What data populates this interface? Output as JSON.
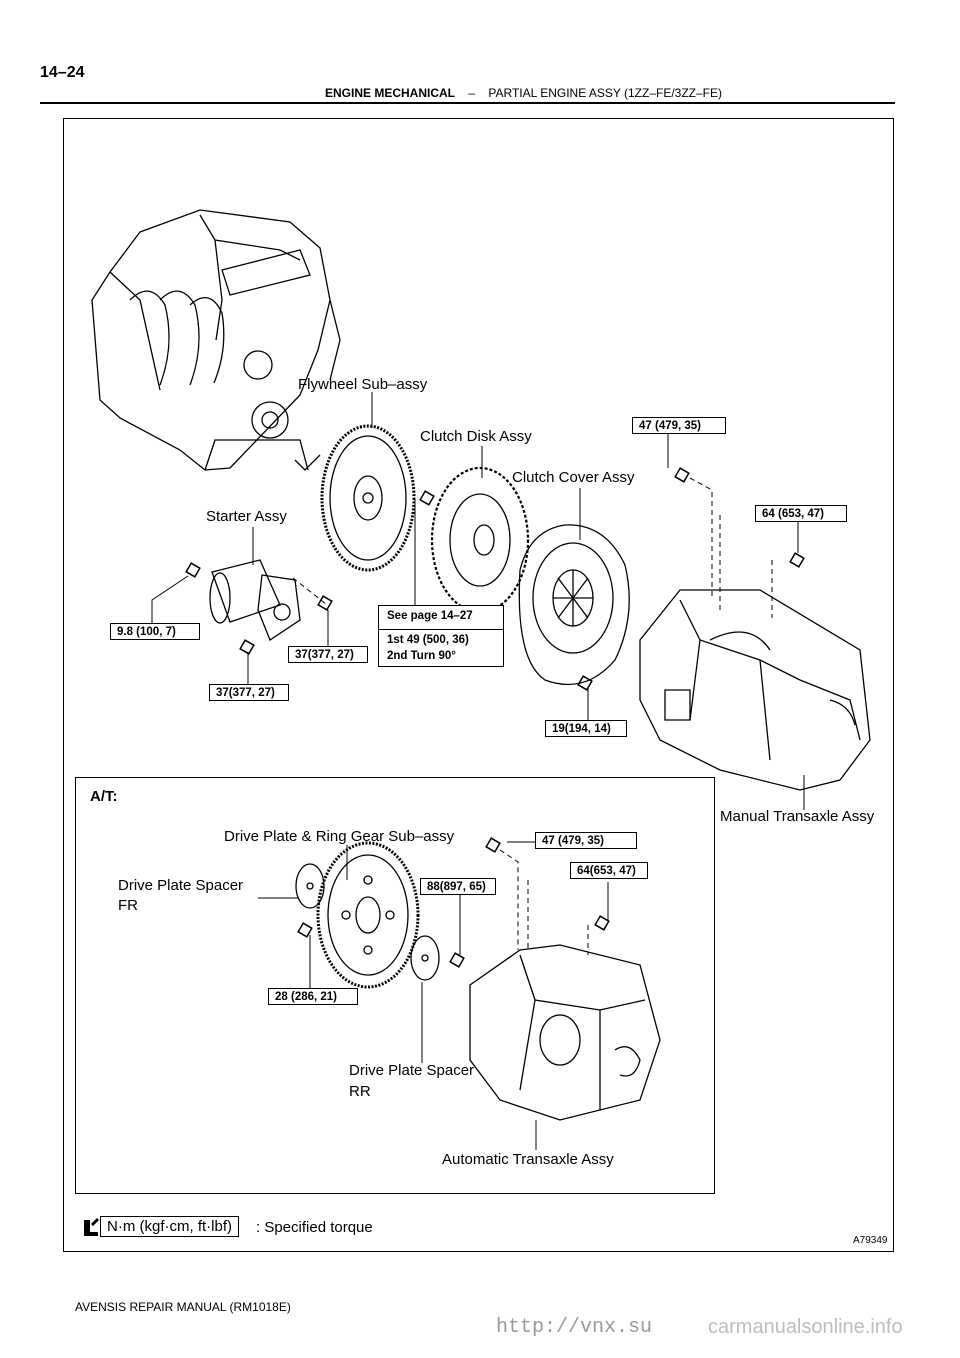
{
  "header": {
    "page_number": "14–24",
    "section": "ENGINE MECHANICAL",
    "separator": "–",
    "subsection": "PARTIAL ENGINE ASSY (1ZZ–FE/3ZZ–FE)"
  },
  "labels": {
    "flywheel": "Flywheel Sub–assy",
    "clutch_disk": "Clutch Disk Assy",
    "clutch_cover": "Clutch Cover Assy",
    "starter": "Starter Assy",
    "manual_transaxle": "Manual Transaxle Assy",
    "at_title": "A/T:",
    "drive_plate": "Drive Plate & Ring Gear Sub–assy",
    "spacer_fr_1": "Drive Plate Spacer",
    "spacer_fr_2": "FR",
    "spacer_rr_1": "Drive Plate Spacer",
    "spacer_rr_2": "RR",
    "automatic_transaxle": "Automatic Transaxle Assy"
  },
  "torques": {
    "mt_47": "47 (479, 35)",
    "mt_64": "64 (653, 47)",
    "starter_98": "9.8 (100, 7)",
    "starter_37a": "37(377, 27)",
    "starter_37b": "37(377, 27)",
    "clutch_19": "19(194, 14)",
    "at_47": "47 (479, 35)",
    "at_64": "64(653, 47)",
    "at_88": "88(897, 65)",
    "at_28": "28 (286, 21)"
  },
  "see_page": {
    "ref": "See page 14–27",
    "line1": "1st 49 (500, 36)",
    "line2": "2nd Turn 90°"
  },
  "legend": {
    "unit": "N·m (kgf·cm, ft·lbf)",
    "text": ": Specified torque"
  },
  "figure_id": "A79349",
  "footer": "AVENSIS REPAIR MANUAL   (RM1018E)",
  "watermark": {
    "left": "http://vnx.su",
    "right": "carmanualsonline.info"
  }
}
